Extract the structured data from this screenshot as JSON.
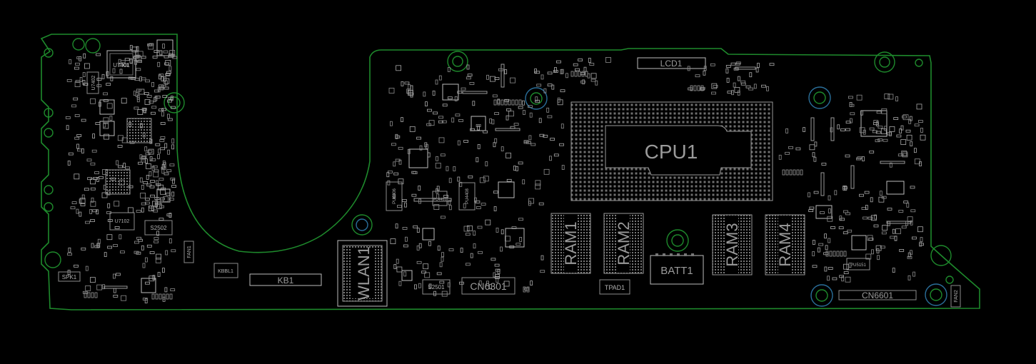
{
  "board": {
    "outline_color": "#1e8a2c",
    "mounting_hole_color": "#2a6f9a",
    "component_color": "#8c8c8c",
    "background": "#000000"
  },
  "labels": {
    "cpu": "CPU1",
    "lcd": "LCD1",
    "ram1": "RAM1",
    "ram2": "RAM2",
    "ram3": "RAM3",
    "ram4": "RAM4",
    "batt": "BATT1",
    "tpad": "TPAD1",
    "wlan": "WLAN1",
    "kb": "KB1",
    "kbbl": "KBBL1",
    "spk": "SPK1",
    "fan1": "FAN1",
    "fan2": "FAN2",
    "cn6301": "CN6301",
    "cn6601": "CN6601",
    "u7401": "U7401",
    "u7402": "U7402",
    "u7102": "U7102",
    "s2502": "S2502",
    "s2501": "S2501",
    "pu4406": "PU4406",
    "pu4408": "PU4408",
    "pu4401": "PU4401",
    "pu5151": "PU5151"
  }
}
